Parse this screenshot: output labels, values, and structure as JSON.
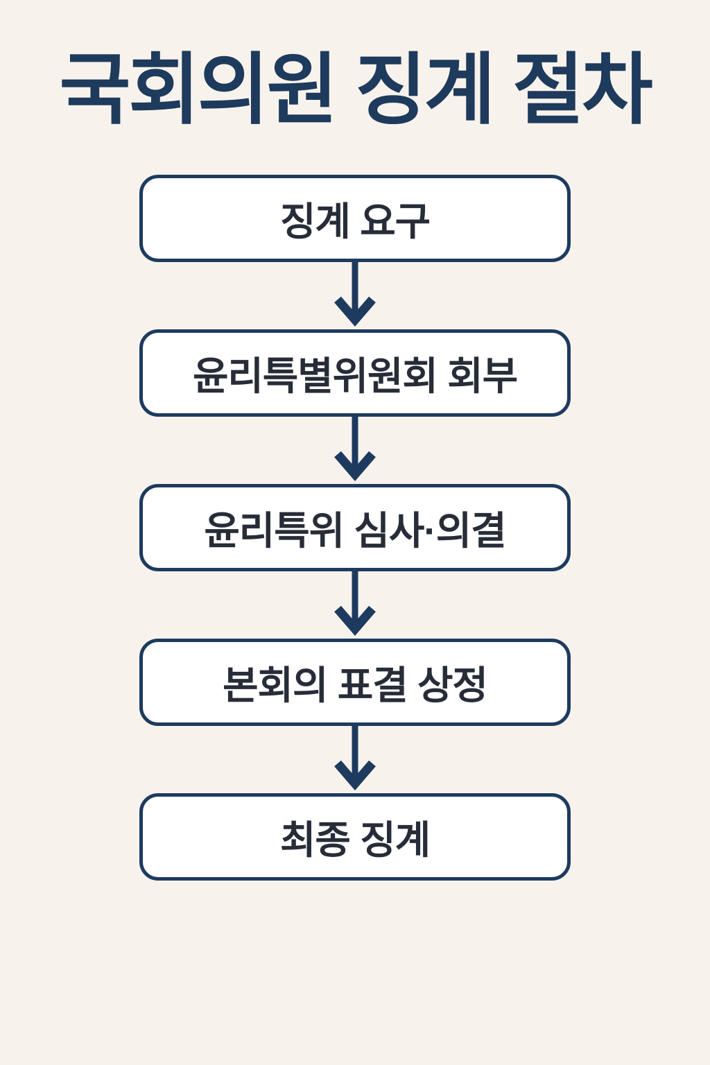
{
  "title": "국회의원 징계 절차",
  "flow": {
    "steps": [
      {
        "label": "징계 요구"
      },
      {
        "label": "윤리특별위원회 회부"
      },
      {
        "label": "윤리특위 심사·의결"
      },
      {
        "label": "본회의 표결 상정"
      },
      {
        "label": "최종 징계"
      }
    ]
  },
  "colors": {
    "background": "#f7f3ec",
    "title_text": "#1e3a5c",
    "box_border": "#1e3a5f",
    "box_fill": "#ffffff",
    "box_text": "#272d38",
    "arrow": "#1e3a5f"
  }
}
